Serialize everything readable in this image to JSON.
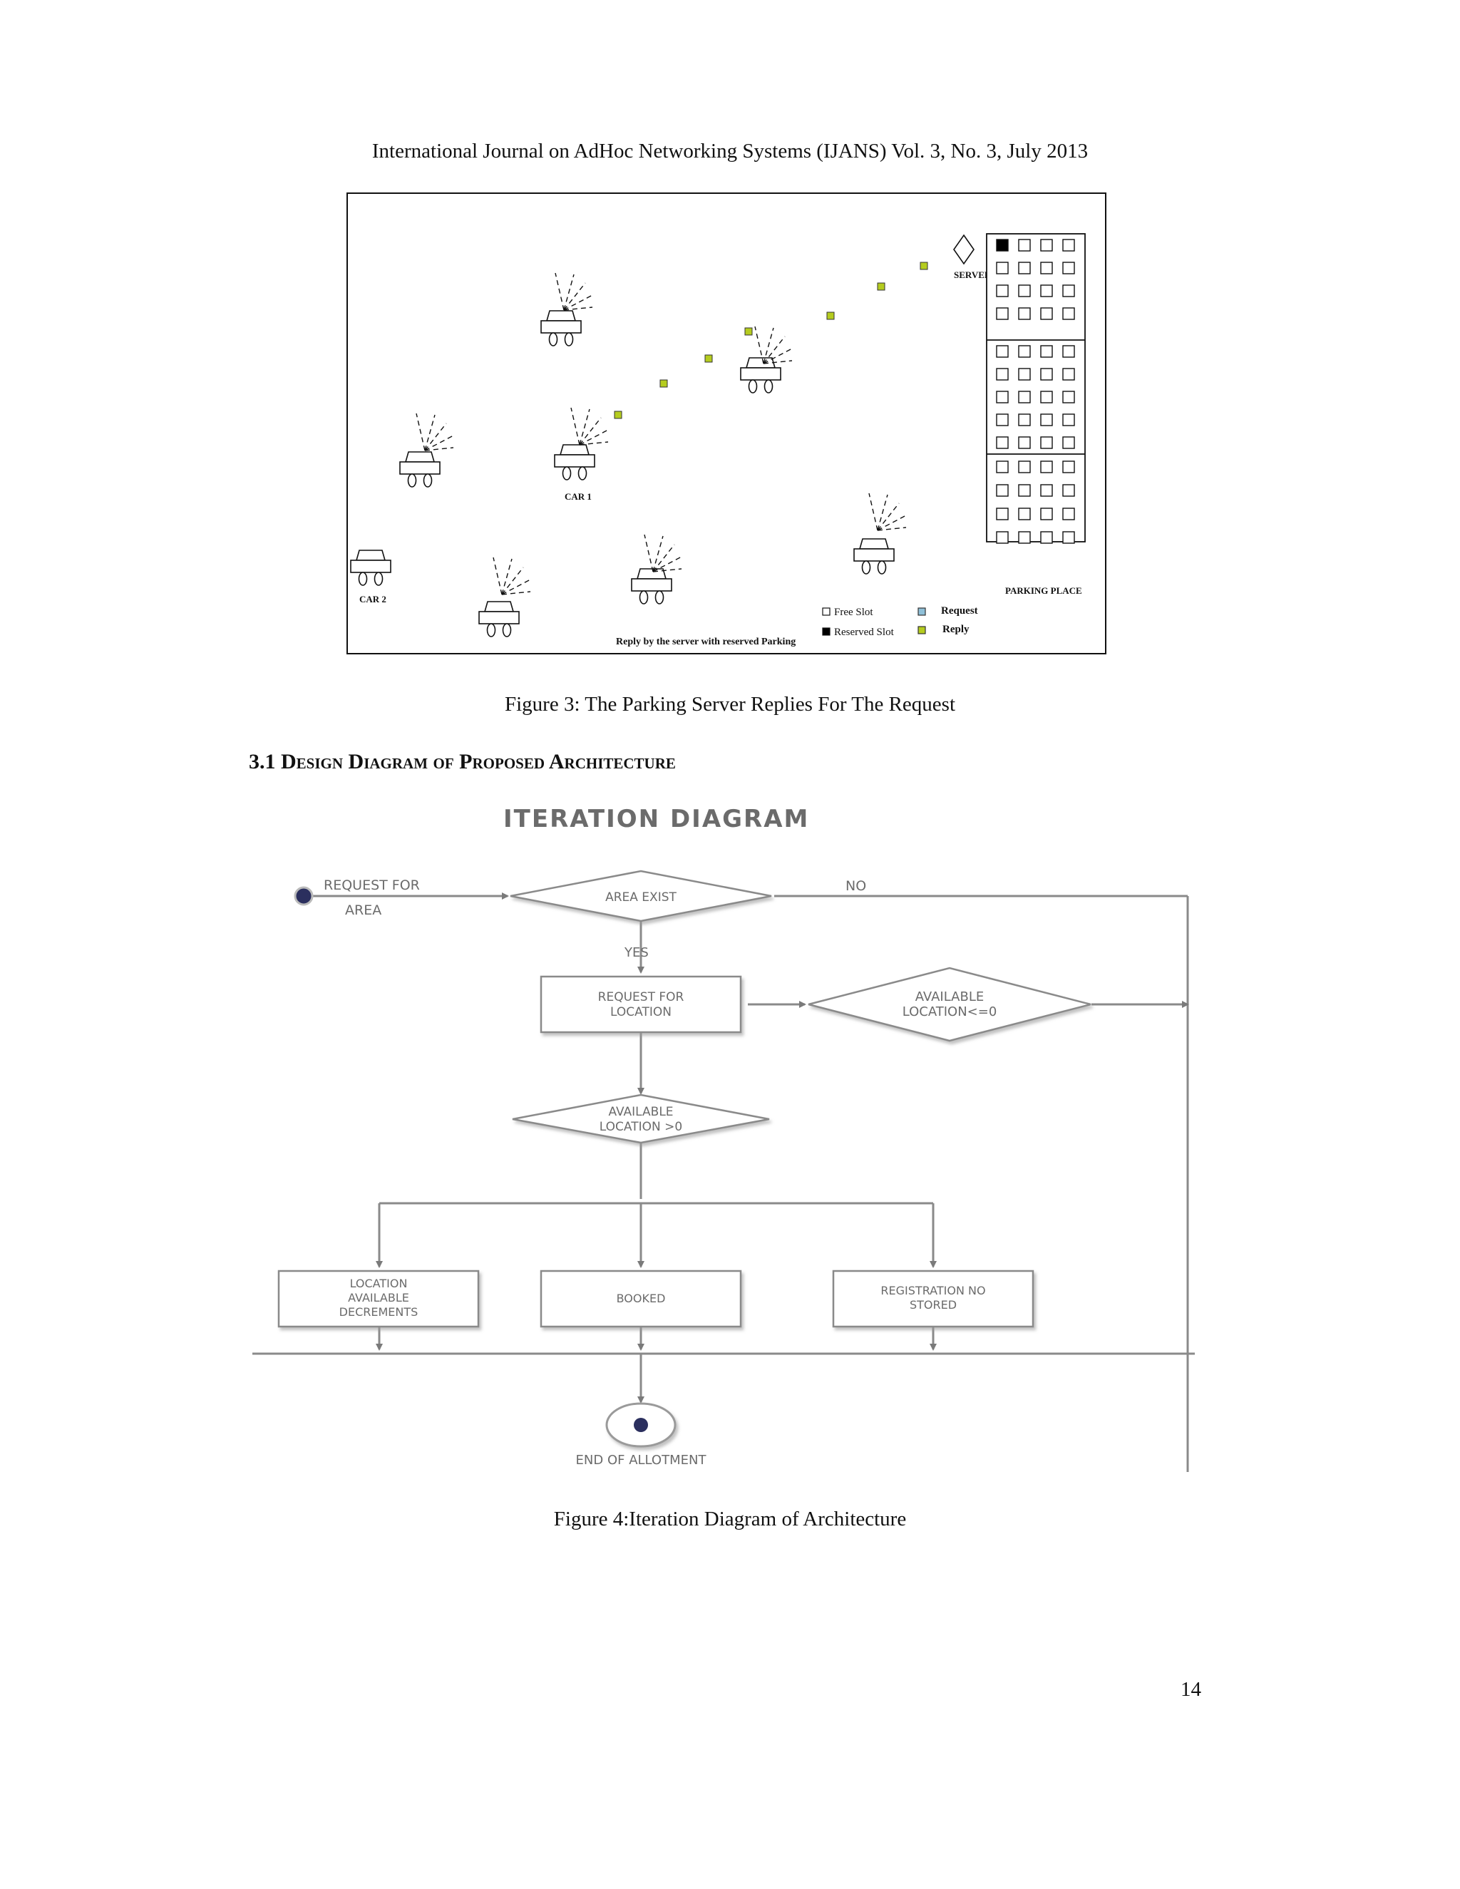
{
  "header": "International Journal on AdHoc Networking Systems (IJANS) Vol. 3, No. 3, July 2013",
  "figure3": {
    "caption": "Figure 3: The Parking Server Replies For The Request",
    "server_label": "SERVER",
    "parking_label": "PARKING PLACE",
    "car1_label": "CAR 1",
    "car2_label": "CAR 2",
    "reply_note": "Reply by the server with reserved Parking",
    "legend": {
      "free_slot": "Free Slot",
      "reserved_slot": "Reserved Slot",
      "request": "Request",
      "reply": "Reply"
    },
    "colors": {
      "reply": "#b5cc1f",
      "request": "#8fc0d8",
      "reserved": "#000000"
    }
  },
  "section": {
    "number": "3.1",
    "title": "Design Diagram of Proposed Architecture"
  },
  "figure4": {
    "title": "ITERATION DIAGRAM",
    "start_label_1": "REQUEST FOR",
    "start_label_2": "AREA",
    "area_exist": "AREA EXIST",
    "no": "NO",
    "yes": "YES",
    "request_location_1": "REQUEST FOR",
    "request_location_2": "LOCATION",
    "avail_le_1": "AVAILABLE",
    "avail_le_2": "LOCATION<=0",
    "avail_gt_1": "AVAILABLE",
    "avail_gt_2": "LOCATION >0",
    "loc_dec_1": "LOCATION",
    "loc_dec_2": "AVAILABLE",
    "loc_dec_3": "DECREMENTS",
    "booked": "BOOKED",
    "reg_1": "REGISTRATION NO",
    "reg_2": "STORED",
    "end_label": "END OF ALLOTMENT",
    "caption": "Figure 4:Iteration Diagram of Architecture"
  },
  "page_number": "14"
}
